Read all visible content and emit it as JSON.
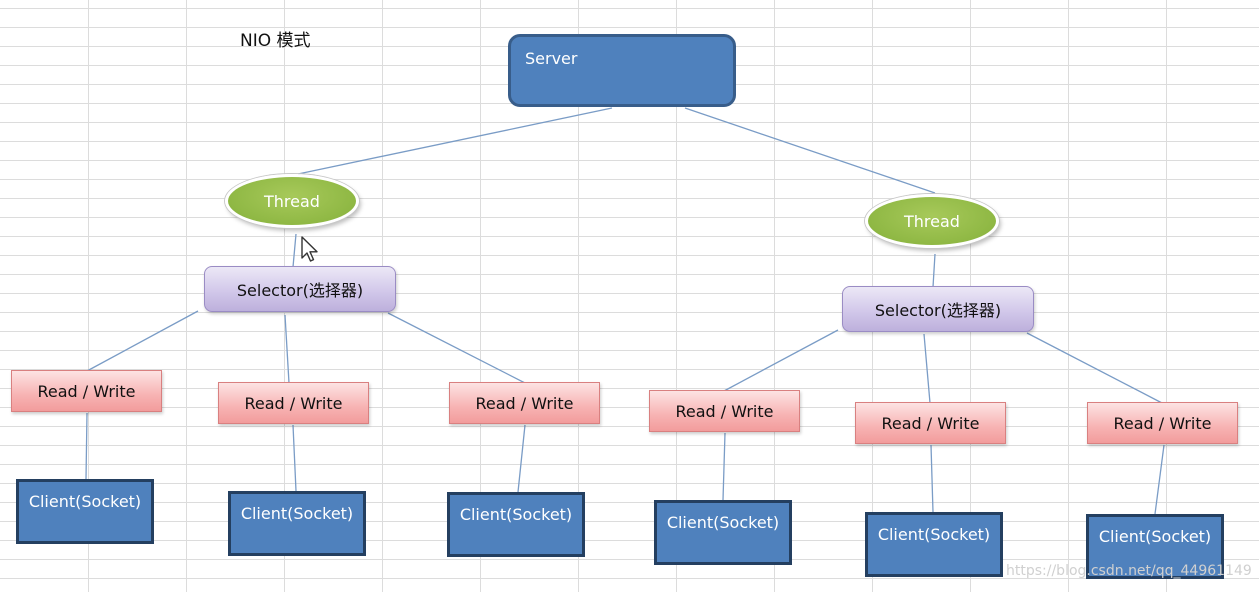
{
  "title": "NIO 模式",
  "server": {
    "label": "Server"
  },
  "groups": [
    {
      "thread": "Thread",
      "selector": "Selector(选择器)",
      "channels": [
        {
          "rw": "Read / Write",
          "client": "Client(Socket)"
        },
        {
          "rw": "Read / Write",
          "client": "Client(Socket)"
        },
        {
          "rw": "Read / Write",
          "client": "Client(Socket)"
        }
      ]
    },
    {
      "thread": "Thread",
      "selector": "Selector(选择器)",
      "channels": [
        {
          "rw": "Read / Write",
          "client": "Client(Socket)"
        },
        {
          "rw": "Read / Write",
          "client": "Client(Socket)"
        },
        {
          "rw": "Read / Write",
          "client": "Client(Socket)"
        }
      ]
    }
  ],
  "watermark": "https://blog.csdn.net/qq_44961149",
  "colors": {
    "server": "#4f81bd",
    "thread": "#9bbb59",
    "selector": "#ccc0e4",
    "read_write": "#f7b3b3",
    "client": "#4f81bd",
    "connector": "#7a9cc6"
  },
  "icons": {
    "pointer": "mouse-pointer-icon"
  }
}
